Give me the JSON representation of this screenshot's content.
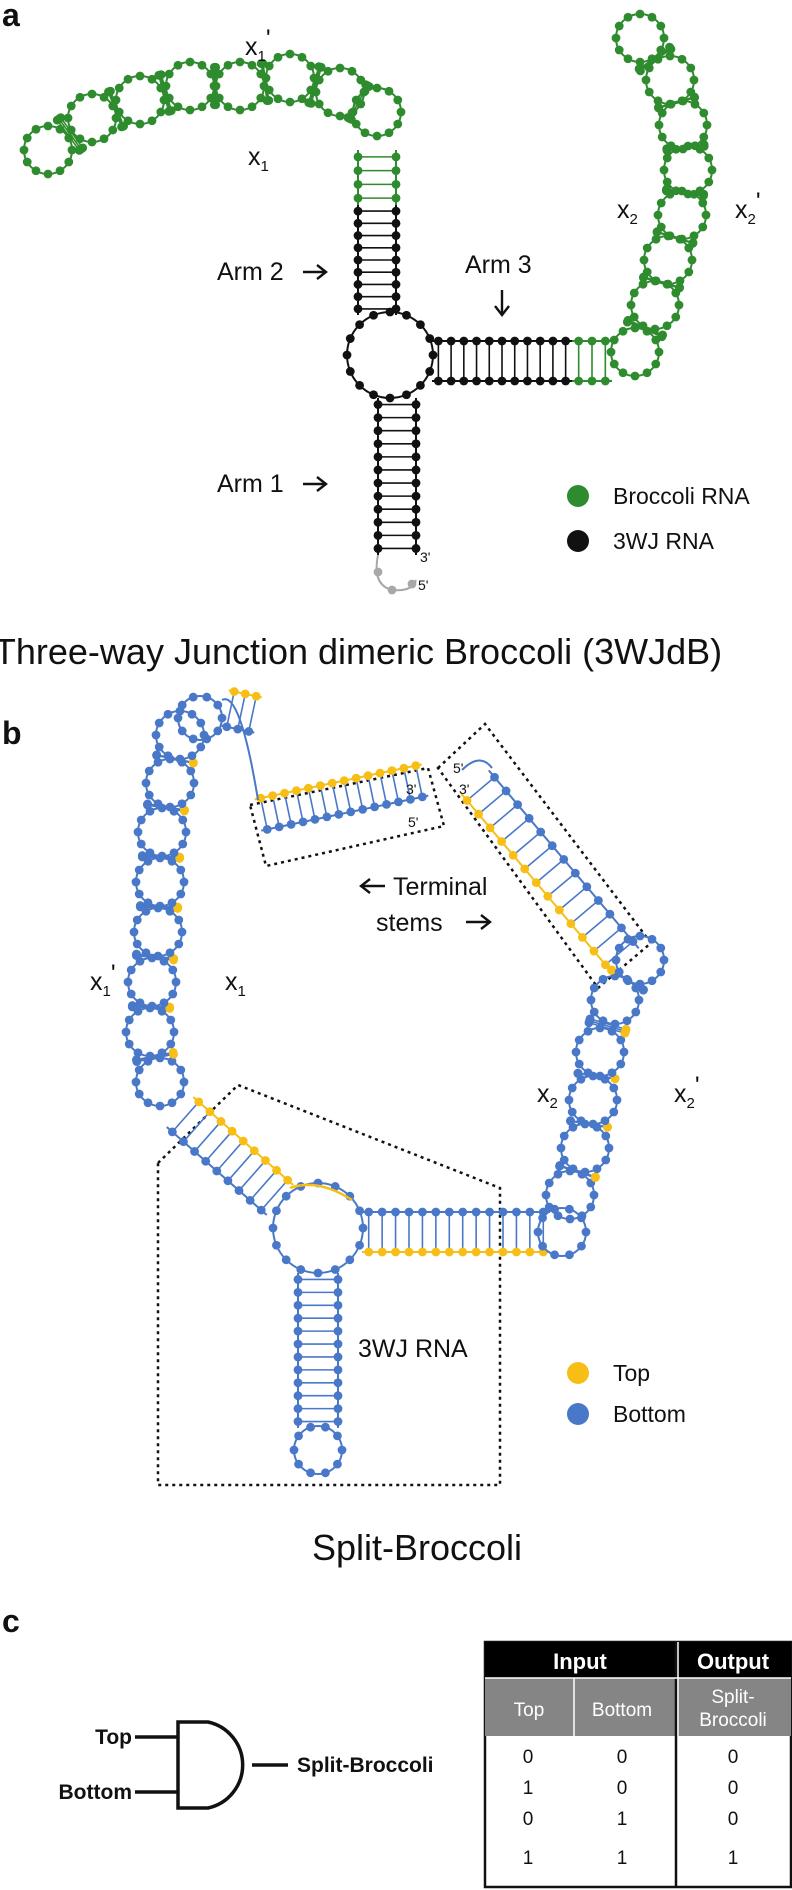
{
  "colors": {
    "broccoli": "#2e8b2e",
    "junction": "#111111",
    "loop_gray": "#a8a8a8",
    "top": "#f7bf16",
    "bottom": "#4a78c8",
    "table_header": "#000000",
    "table_subheader": "#858585"
  },
  "panel_a": {
    "letter": "a",
    "labels": {
      "x1p": "x",
      "x1": "x",
      "x2": "x",
      "x2p": "x",
      "sub1": "1",
      "sub2": "2",
      "prime": "'",
      "arm1": "Arm 1",
      "arm2": "Arm 2",
      "arm3": "Arm 3",
      "three_prime": "3'",
      "five_prime": "5'"
    },
    "legend": [
      "Broccoli RNA",
      "3WJ RNA"
    ],
    "caption": "Three-way Junction dimeric Broccoli (3WJdB)"
  },
  "panel_b": {
    "letter": "b",
    "labels": {
      "x1p": "x",
      "x1": "x",
      "x2": "x",
      "x2p": "x",
      "sub1": "1",
      "sub2": "2",
      "prime": "'",
      "terminal_line1": "Terminal",
      "terminal_line2": "stems",
      "junction": "3WJ RNA",
      "three_prime": "3'",
      "five_prime": "5'"
    },
    "legend": [
      "Top",
      "Bottom"
    ],
    "caption": "Split-Broccoli"
  },
  "panel_c": {
    "letter": "c",
    "gate_inputs": [
      "Top",
      "Bottom"
    ],
    "gate_output": "Split-Broccoli",
    "table": {
      "group_headers": [
        "Input",
        "Output"
      ],
      "sub_headers": [
        "Top",
        "Bottom",
        "Split-",
        "Broccoli"
      ],
      "rows": [
        [
          "0",
          "0",
          "0"
        ],
        [
          "1",
          "0",
          "0"
        ],
        [
          "0",
          "1",
          "0"
        ],
        [
          "1",
          "1",
          "1"
        ]
      ]
    }
  }
}
